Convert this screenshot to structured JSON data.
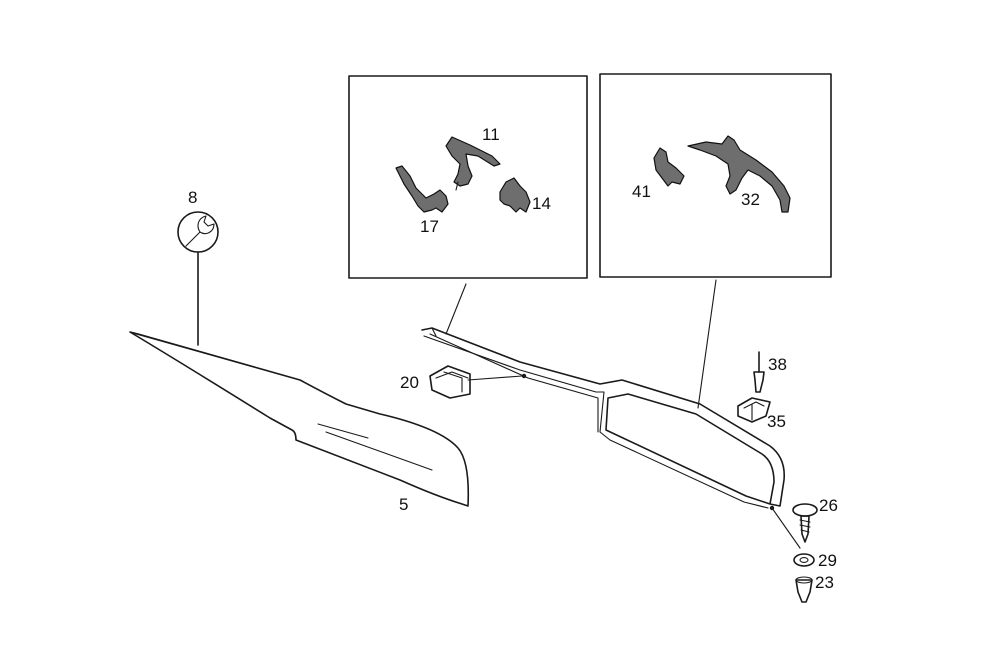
{
  "diagram": {
    "callouts": {
      "c8": "8",
      "c11": "11",
      "c14": "14",
      "c17": "17",
      "c41": "41",
      "c32": "32",
      "c20": "20",
      "c5": "5",
      "c38": "38",
      "c35": "35",
      "c26": "26",
      "c29": "29",
      "c23": "23"
    },
    "icons": {
      "service_symbol": "wrench-icon"
    },
    "colors": {
      "line": "#1a1a1a",
      "profile_fill": "#6e6e6e",
      "background": "#ffffff"
    }
  }
}
